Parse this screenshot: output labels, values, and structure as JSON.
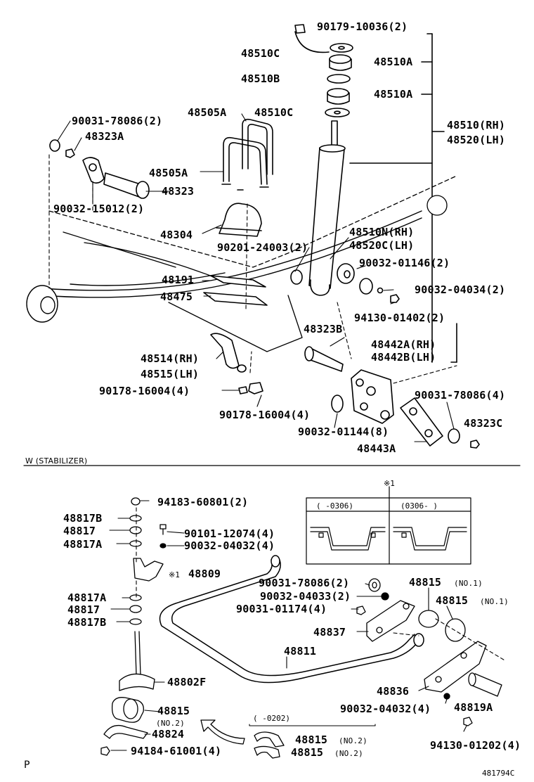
{
  "labels": {
    "p90179": "90179-10036(2)",
    "p48510C_1": "48510C",
    "p48510A_1": "48510A",
    "p48510B": "48510B",
    "p48510A_2": "48510A",
    "p48505A_1": "48505A",
    "p48510C_2": "48510C",
    "p90031_2": "90031-78086(2)",
    "p48510RH": "48510(RH)",
    "p48520LH": "48520(LH)",
    "p48323A": "48323A",
    "p48505A_2": "48505A",
    "p48323": "48323",
    "p90032_15012": "90032-15012(2)",
    "p48304": "48304",
    "p48510N": "48510N(RH)",
    "p48520C": "48520C(LH)",
    "p90201": "90201-24003(2)",
    "p90032_01146": "90032-01146(2)",
    "p48191": "48191",
    "p90032_04034": "90032-04034(2)",
    "p48475": "48475",
    "p94130_01402": "94130-01402(2)",
    "p48323B": "48323B",
    "p48442A": "48442A(RH)",
    "p48442B": "48442B(LH)",
    "p48514": "48514(RH)",
    "p48515": "48515(LH)",
    "p90031_4": "90031-78086(4)",
    "p90178_a": "90178-16004(4)",
    "p48323C": "48323C",
    "p90178_b": "90178-16004(4)",
    "p90032_01144": "90032-01144(8)",
    "p48443A": "48443A",
    "p94183": "94183-60801(2)",
    "p48817B_1": "48817B",
    "p48817_1": "48817",
    "p90101": "90101-12074(4)",
    "p48817A_1": "48817A",
    "p90032_04032a": "90032-04032(4)",
    "p48809": "48809",
    "p90031_78086_2b": "90031-78086(2)",
    "p48815_no1a": "48815",
    "p48815_no1b": "48815",
    "p48817A_2": "48817A",
    "p90032_04033": "90032-04033(2)",
    "p48817_2": "48817",
    "p90031_01174": "90031-01174(4)",
    "p48817B_2": "48817B",
    "p48837": "48837",
    "p48811": "48811",
    "p48802F": "48802F",
    "p48836": "48836",
    "p90032_04032b": "90032-04032(4)",
    "p48819A": "48819A",
    "p48815_no2": "48815",
    "p48824": "48824",
    "p94130_01202": "94130-01202(4)",
    "p94184": "94184-61001(4)",
    "p48815_no2b": "48815",
    "p48815_no2c": "48815"
  },
  "notes": {
    "no1": "(NO.1)",
    "no2": "(NO.2)",
    "section": "W (STABILIZER)",
    "mark": "※1",
    "inset_left": "(    -0306)",
    "inset_right": "(0306-    )",
    "range": "(    -0202)",
    "page_letter": "P",
    "figure_code": "481794C"
  }
}
